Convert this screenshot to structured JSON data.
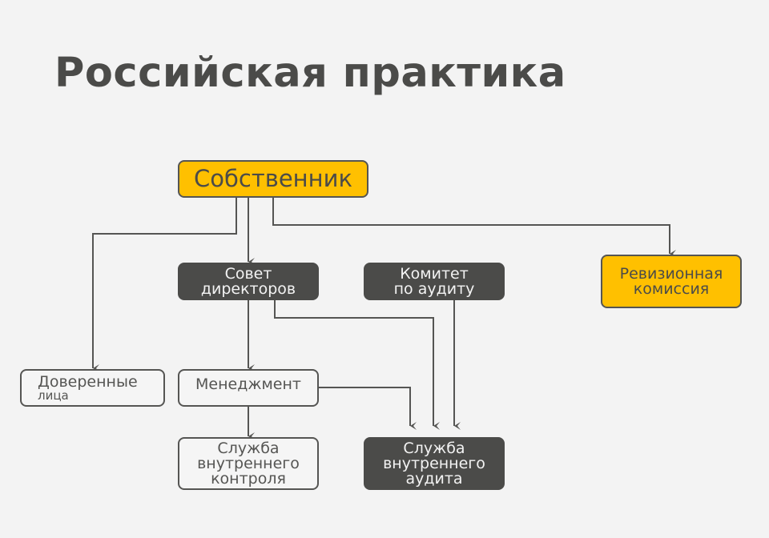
{
  "title": "Российская практика",
  "nodes": {
    "owner": {
      "label": "Собственник"
    },
    "board": {
      "line1": "Совет",
      "line2": "директоров"
    },
    "audit_committee": {
      "line1": "Комитет",
      "line2": "по аудиту"
    },
    "revision_commission": {
      "line1": "Ревизионная",
      "line2": "комиссия"
    },
    "trustees": {
      "line1": "Доверенные",
      "line2": "лица"
    },
    "management": {
      "label": "Менеджмент"
    },
    "internal_control": {
      "line1": "Служба",
      "line2": "внутреннего",
      "line3": "контроля"
    },
    "internal_audit": {
      "line1": "Служба",
      "line2": "внутреннего",
      "line3": "аудита"
    }
  },
  "colors": {
    "accent": "#ffc000",
    "dark": "#4b4b49",
    "line": "#555553",
    "background": "#f3f3f3"
  }
}
